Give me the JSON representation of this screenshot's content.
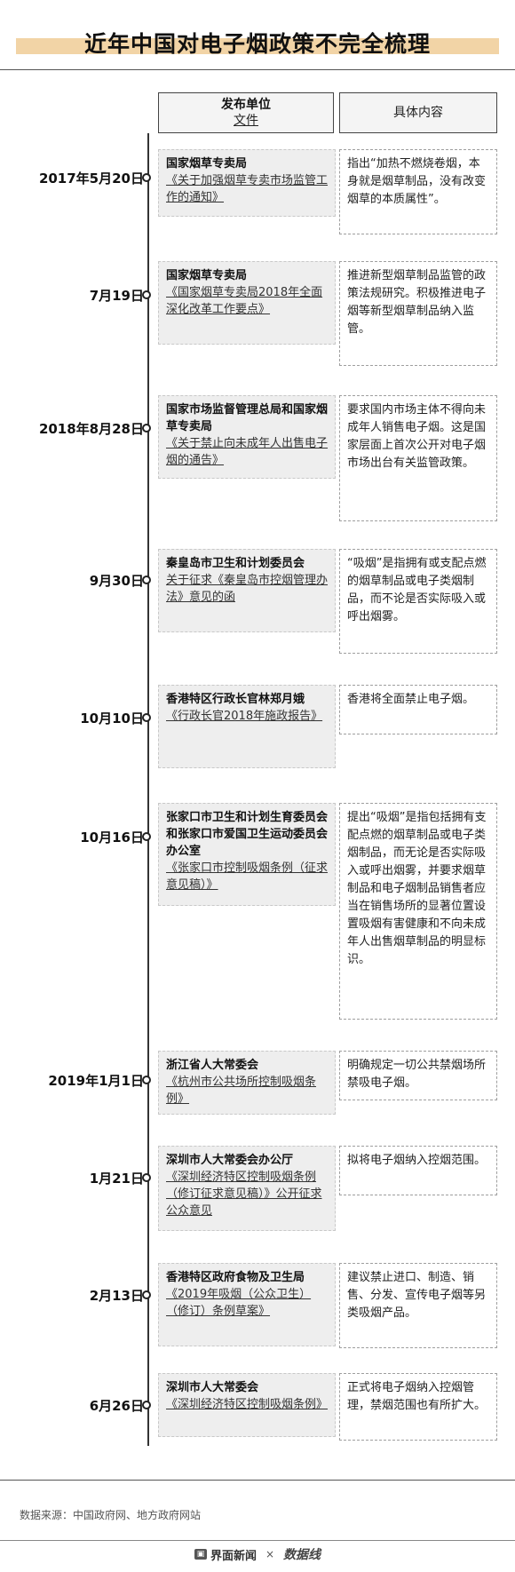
{
  "title": "近年中国对电子烟政策不完全梳理",
  "columns": {
    "publisher": "发布单位",
    "document": "文件",
    "content": "具体内容"
  },
  "entries": [
    {
      "date": "2017年5月20日",
      "org": "国家烟草专卖局",
      "doc": "《关于加强烟草专卖市场监管工作的通知》",
      "content": "指出“加热不燃烧卷烟，本身就是烟草制品，没有改变烟草的本质属性”。"
    },
    {
      "date": "7月19日",
      "org": "国家烟草专卖局",
      "doc": "《国家烟草专卖局2018年全面深化改革工作要点》",
      "content": "推进新型烟草制品监管的政策法规研究。积极推进电子烟等新型烟草制品纳入监管。"
    },
    {
      "date": "2018年8月28日",
      "org": "国家市场监督管理总局和国家烟草专卖局",
      "doc": "《关于禁止向未成年人出售电子烟的通告》",
      "content": "要求国内市场主体不得向未成年人销售电子烟。这是国家层面上首次公开对电子烟市场出台有关监管政策。"
    },
    {
      "date": "9月30日",
      "org": "秦皇岛市卫生和计划委员会",
      "doc": "关于征求《秦皇岛市控烟管理办法》意见的函",
      "content": "“吸烟”是指拥有或支配点燃的烟草制品或电子类烟制品，而不论是否实际吸入或呼出烟雾。"
    },
    {
      "date": "10月10日",
      "org": "香港特区行政长官林郑月娥",
      "doc": "《行政长官2018年施政报告》",
      "content": "香港将全面禁止电子烟。"
    },
    {
      "date": "10月16日",
      "org": "张家口市卫生和计划生育委员会和张家口市爱国卫生运动委员会办公室",
      "doc": "《张家口市控制吸烟条例（征求意见稿）》",
      "content": "提出“吸烟”是指包括拥有支配点燃的烟草制品或电子类烟制品，而无论是否实际吸入或呼出烟雾，并要求烟草制品和电子烟制品销售者应当在销售场所的显著位置设置吸烟有害健康和不向未成年人出售烟草制品的明显标识。"
    },
    {
      "date": "2019年1月1日",
      "org": "浙江省人大常委会",
      "doc": "《杭州市公共场所控制吸烟条例》",
      "content": "明确规定一切公共禁烟场所禁吸电子烟。"
    },
    {
      "date": "1月21日",
      "org": "深圳市人大常委会办公厅",
      "doc": "《深圳经济特区控制吸烟条例（修订征求意见稿）》公开征求公众意见",
      "content": "拟将电子烟纳入控烟范围。"
    },
    {
      "date": "2月13日",
      "org": "香港特区政府食物及卫生局",
      "doc": "《2019年吸烟（公众卫生）（修订）条例草案》",
      "content": "建议禁止进口、制造、销售、分发、宣传电子烟等另类吸烟产品。"
    },
    {
      "date": "6月26日",
      "org": "深圳市人大常委会",
      "doc": "《深圳经济特区控制吸烟条例》",
      "content": "正式将电子烟纳入控烟管理，禁烟范围也有所扩大。"
    }
  ],
  "footer": {
    "source": "数据来源：中国政府网、地方政府网站",
    "brand": "界面新闻",
    "separator": "×",
    "brand2": "数据线"
  }
}
